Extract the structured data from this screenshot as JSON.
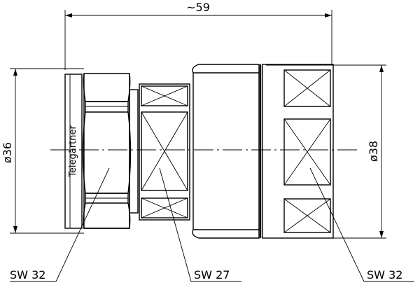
{
  "dimensions": {
    "overall_length": "~59",
    "left_diameter": "ø36",
    "right_diameter": "ø38"
  },
  "wrench_sizes": {
    "left": "SW 32",
    "middle": "SW 27",
    "right": "SW 32"
  },
  "brand_text": "Telegärtner"
}
